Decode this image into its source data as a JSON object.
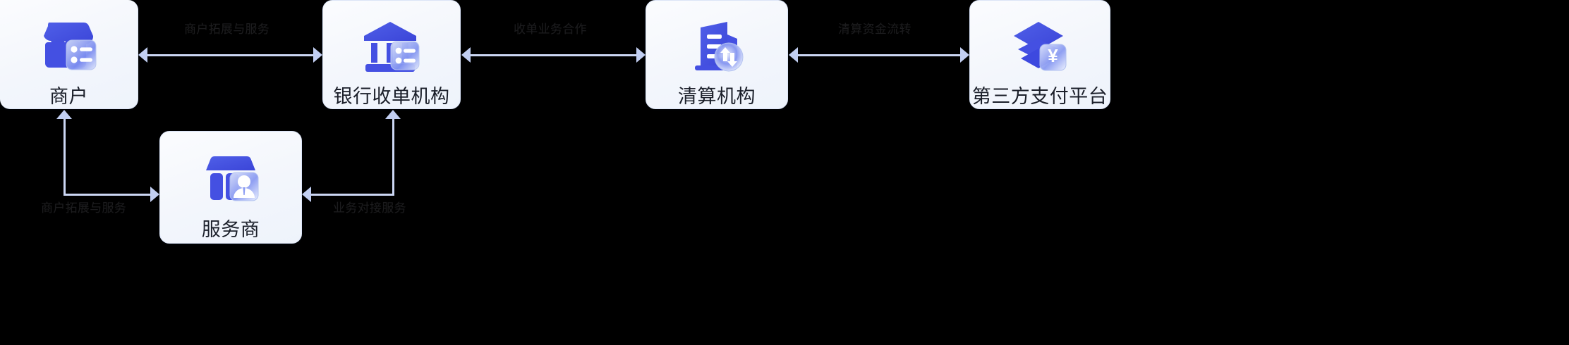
{
  "diagram": {
    "type": "payment-industry-chain-flow",
    "accent_color": "#4050e0",
    "line_color": "#ccd7f4",
    "card_bg": "#f6f8fd",
    "nodes": [
      {
        "id": "merchant",
        "label": "商户",
        "icon": "storefront-list-icon"
      },
      {
        "id": "bank",
        "label": "银行收单机构",
        "icon": "bank-building-list-icon"
      },
      {
        "id": "clearing",
        "label": "清算机构",
        "icon": "building-exchange-icon"
      },
      {
        "id": "thirdparty",
        "label": "第三方支付平台",
        "icon": "layers-yuan-icon"
      },
      {
        "id": "provider",
        "label": "服务商",
        "icon": "storefront-person-icon"
      }
    ],
    "edges": [
      {
        "id": "merchant-bank",
        "label": "商户拓展与服务",
        "direction": "bidirectional"
      },
      {
        "id": "bank-clearing",
        "label": "收单业务合作",
        "direction": "bidirectional"
      },
      {
        "id": "clearing-thirdparty",
        "label": "清算资金流转",
        "direction": "bidirectional"
      },
      {
        "id": "merchant-provider",
        "label": "商户拓展与服务",
        "direction": "bidirectional"
      },
      {
        "id": "provider-bank",
        "label": "业务对接服务",
        "direction": "bidirectional"
      }
    ]
  }
}
